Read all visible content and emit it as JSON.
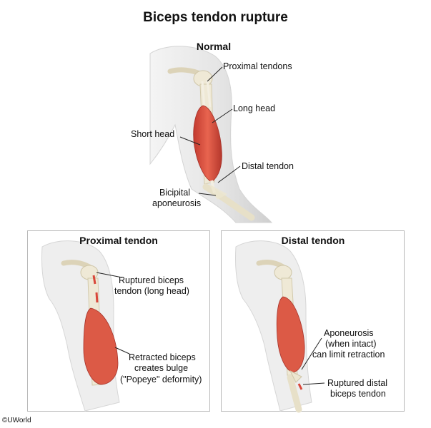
{
  "title": "Biceps tendon rupture",
  "normal": {
    "heading": "Normal",
    "labels": {
      "proximal_tendons": "Proximal tendons",
      "long_head": "Long head",
      "short_head": "Short head",
      "distal_tendon": "Distal tendon",
      "bicipital_aponeurosis_1": "Bicipital",
      "bicipital_aponeurosis_2": "aponeurosis"
    }
  },
  "proximal_panel": {
    "heading": "Proximal tendon",
    "labels": {
      "ruptured_1": "Ruptured biceps",
      "ruptured_2": "tendon (long head)",
      "retracted_1": "Retracted biceps",
      "retracted_2": "creates bulge",
      "retracted_3": "(\"Popeye\" deformity)"
    }
  },
  "distal_panel": {
    "heading": "Distal tendon",
    "labels": {
      "apon_1": "Aponeurosis",
      "apon_2": "(when intact)",
      "apon_3": "can limit retraction",
      "ruptured_1": "Ruptured distal",
      "ruptured_2": "biceps tendon"
    }
  },
  "copyright": "©UWorld",
  "colors": {
    "muscle": "#d9473a",
    "skin": "#e9e9e9",
    "bone": "#efe9d6",
    "panel_border": "#b8b8b8"
  }
}
